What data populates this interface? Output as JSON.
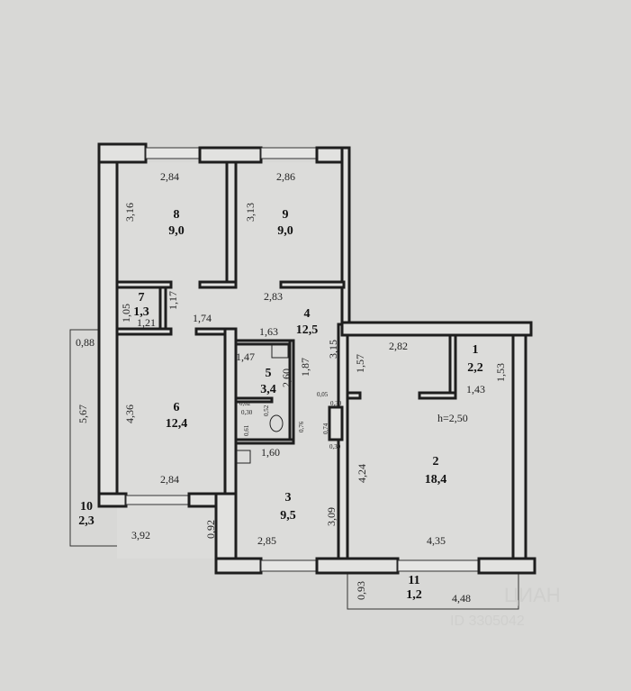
{
  "rooms": [
    {
      "number": "1",
      "area": "2,2"
    },
    {
      "number": "2",
      "area": "18,4"
    },
    {
      "number": "3",
      "area": "9,5"
    },
    {
      "number": "4",
      "area": "12,5"
    },
    {
      "number": "5",
      "area": "3,4"
    },
    {
      "number": "6",
      "area": "12,4"
    },
    {
      "number": "7",
      "area": "1,3"
    },
    {
      "number": "8",
      "area": "9,0"
    },
    {
      "number": "9",
      "area": "9,0"
    },
    {
      "number": "10",
      "area": "2,3"
    },
    {
      "number": "11",
      "area": "1,2"
    }
  ],
  "dims": {
    "r8_w": "2,84",
    "r8_h": "3,16",
    "r9_w": "2,86",
    "r9_h": "3,13",
    "r7_h": "1,05",
    "r7_h2": "1,17",
    "r7_w": "1,21",
    "r4_w": "2,83",
    "r4_w2": "1,74",
    "r4_h": "3,15",
    "r4_h2": "1,87",
    "r5_w": "1,63",
    "r5_h": "1,47",
    "r5_h2": "2,60",
    "r6_h": "4,36",
    "r6_w": "2,84",
    "r10_h": "5,67",
    "r10_w": "3,92",
    "r10_d": "0,88",
    "r10_d2": "0,92",
    "r3_w": "1,60",
    "r3_w2": "2,85",
    "r3_h": "3,09",
    "r1_w": "2,82",
    "r1_w2": "1,43",
    "r1_h": "1,53",
    "r1_h2": "1,57",
    "r2_h": "4,24",
    "r2_w": "4,35",
    "ceiling": "h=2,50",
    "r11_w": "4,48",
    "r11_d": "0,93",
    "m1": "0,62",
    "m2": "0,30",
    "m3": "0,52",
    "m4": "0,61",
    "m5": "0,76",
    "m6": "0,05",
    "m7": "0,30",
    "m8": "0,74",
    "m9": "0,30"
  },
  "watermark": {
    "logo": "ЦИАН",
    "id": "ID 3305042"
  }
}
